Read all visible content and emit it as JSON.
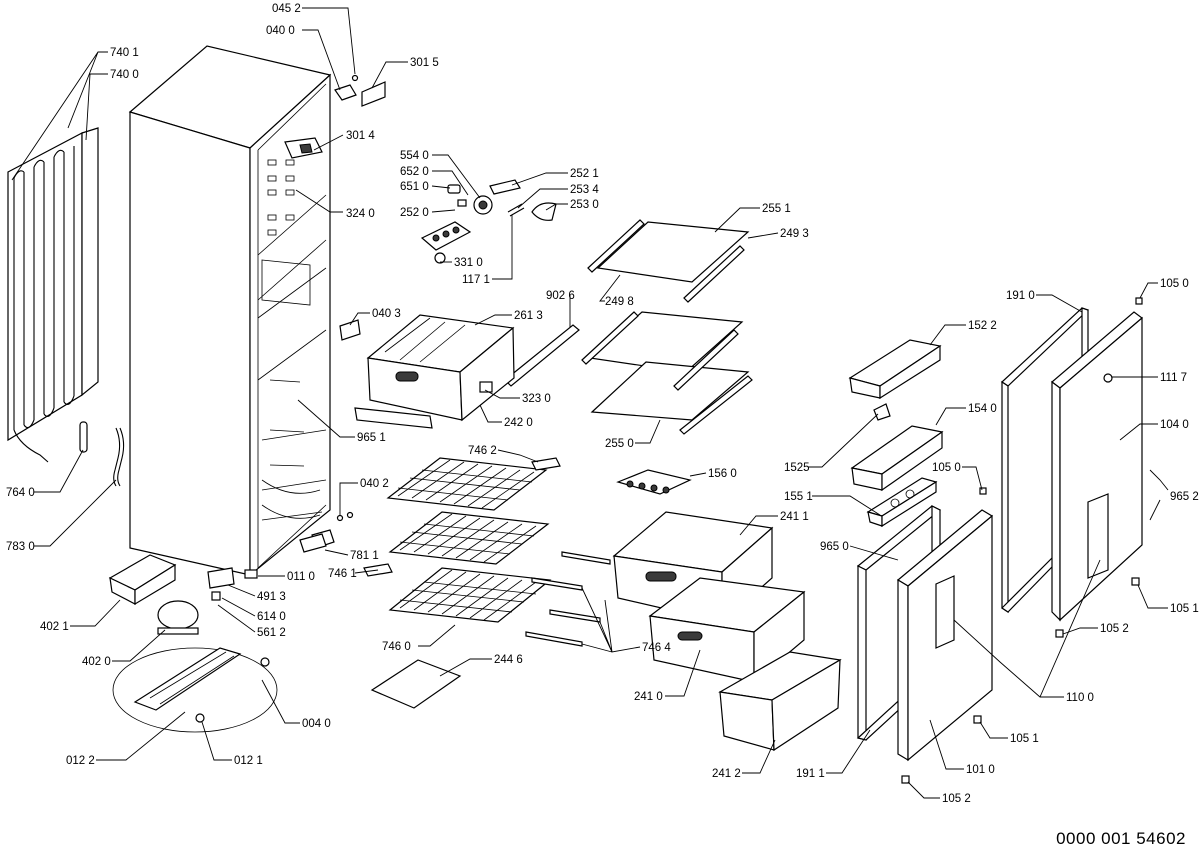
{
  "document_number": "0000 001 54602",
  "callouts": {
    "c0452": "045 2",
    "c0400": "040 0",
    "c3015": "301 5",
    "c7401": "740 1",
    "c7400": "740 0",
    "c3014": "301 4",
    "c3240": "324 0",
    "c5540": "554 0",
    "c6520": "652 0",
    "c6510": "651 0",
    "c2520": "252 0",
    "c2521": "252 1",
    "c2534": "253 4",
    "c2530": "253 0",
    "c3310": "331 0",
    "c1171": "117 1",
    "c2551": "255 1",
    "c2493": "249 3",
    "c2498": "249 8",
    "c9026": "902 6",
    "c0403": "040 3",
    "c2613": "261 3",
    "c3230": "323 0",
    "c2420": "242 0",
    "c9651": "965 1",
    "c2550": "255 0",
    "c7462": "746 2",
    "c1560": "156 0",
    "c0402": "040 2",
    "c2411": "241 1",
    "c7811": "781 1",
    "c7461": "746 1",
    "c0110": "011 0",
    "c4913": "491 3",
    "c6140": "614 0",
    "c5612": "561 2",
    "c7460": "746 0",
    "c2446": "244 6",
    "c7464": "746 4",
    "c2410": "241 0",
    "c2412": "241 2",
    "c4021": "402 1",
    "c4020": "402 0",
    "c0040": "004 0",
    "c0122": "012 2",
    "c0121": "012 1",
    "c7640": "764 0",
    "c7830": "783 0",
    "c1910": "191 0",
    "c1050": "105 0",
    "c1522": "152 2",
    "c1117": "111 7",
    "c1540": "154 0",
    "c1040": "104 0",
    "c1525": "1525",
    "c1050b": "105 0",
    "c1551": "155 1",
    "c9652": "965 2",
    "c9650": "965 0",
    "c1051": "105 1",
    "c1052": "105 2",
    "c1100": "110 0",
    "c1051b": "105 1",
    "c1911": "191 1",
    "c1010": "101 0",
    "c1052b": "105 2"
  }
}
